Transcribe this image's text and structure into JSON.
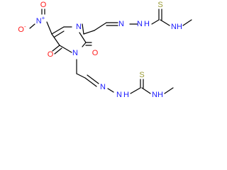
{
  "molecule": {
    "atoms": {
      "nitro_n": "N",
      "nitro_plus": "+",
      "nitro_o_left": "O",
      "nitro_o_minus": "-",
      "nitro_o_top": "O",
      "ring_n1": "N",
      "ring_n3": "N",
      "carbonyl_o_c4": "O",
      "carbonyl_o_c2": "O",
      "top_hydrazone_n1": "N",
      "top_hydrazone_n2": "N",
      "top_hydrazone_h": "H",
      "top_thione_s": "S",
      "top_amine_nh": "NH",
      "bottom_hydrazone_n1": "N",
      "bottom_hydrazone_n2": "N",
      "bottom_hydrazone_h": "H",
      "bottom_thione_s": "S",
      "bottom_amine_nh": "NH"
    },
    "colors": {
      "bond": "#000000",
      "nitrogen": "#1a1aff",
      "oxygen": "#ff1a1a",
      "sulfur": "#999933"
    }
  }
}
